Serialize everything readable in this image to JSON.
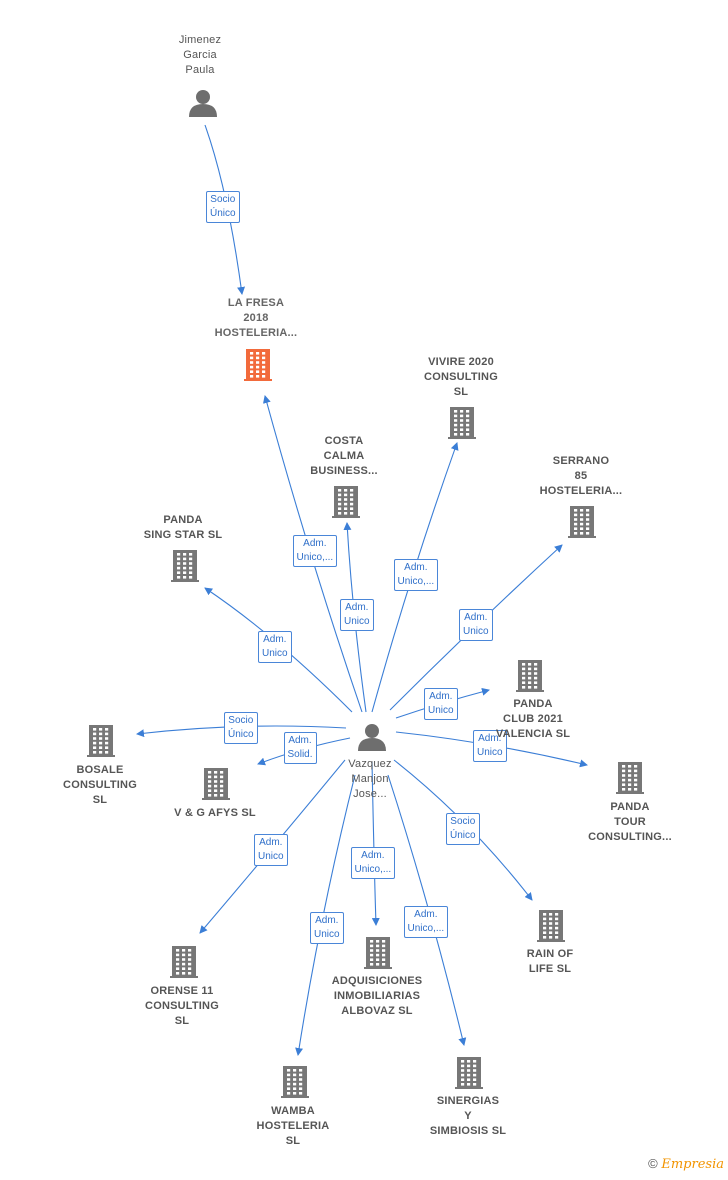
{
  "diagram": {
    "colors": {
      "edge": "#3b7ed6",
      "building": "#777777",
      "focus": "#f26a3b",
      "person": "#6e6e6e"
    },
    "nodes": [
      {
        "id": "jimenez",
        "label": "Jimenez\nGarcia\nPaula",
        "kind": "person"
      },
      {
        "id": "lafresa",
        "label": "LA FRESA\n2018\nHOSTELERIA...",
        "kind": "focus"
      },
      {
        "id": "vivire",
        "label": "VIVIRE 2020\nCONSULTING\nSL",
        "kind": "company"
      },
      {
        "id": "costa",
        "label": "COSTA\nCALMA\nBUSINESS...",
        "kind": "company"
      },
      {
        "id": "serrano",
        "label": "SERRANO\n85\nHOSTELERIA...",
        "kind": "company"
      },
      {
        "id": "singstar",
        "label": "PANDA\nSING STAR  SL",
        "kind": "company"
      },
      {
        "id": "club2021",
        "label": "PANDA\nCLUB 2021\nVALENCIA  SL",
        "kind": "company"
      },
      {
        "id": "bosale",
        "label": "BOSALE\nCONSULTING\nSL",
        "kind": "company"
      },
      {
        "id": "vgafys",
        "label": "V & G AFYS  SL",
        "kind": "company"
      },
      {
        "id": "vazquez",
        "label": "Vazquez\nManjon\nJose...",
        "kind": "person"
      },
      {
        "id": "tour",
        "label": "PANDA\nTOUR\nCONSULTING...",
        "kind": "company"
      },
      {
        "id": "rainoflife",
        "label": "RAIN OF\nLIFE  SL",
        "kind": "company"
      },
      {
        "id": "orense",
        "label": "ORENSE 11\nCONSULTING\nSL",
        "kind": "company"
      },
      {
        "id": "albovaz",
        "label": "ADQUISICIONES\nINMOBILIARIAS\nALBOVAZ  SL",
        "kind": "company"
      },
      {
        "id": "wamba",
        "label": "WAMBA\nHOSTELERIA\nSL",
        "kind": "company"
      },
      {
        "id": "sinergias",
        "label": "SINERGIAS\nY\nSIMBIOSIS SL",
        "kind": "company"
      }
    ],
    "edges": [
      {
        "from": "jimenez",
        "to": "lafresa",
        "label": "Socio\nÚnico"
      },
      {
        "from": "vazquez",
        "to": "lafresa",
        "label": "Adm.\nUnico,..."
      },
      {
        "from": "vazquez",
        "to": "costa",
        "label": "Adm.\nUnico"
      },
      {
        "from": "vazquez",
        "to": "vivire",
        "label": "Adm.\nUnico,..."
      },
      {
        "from": "vazquez",
        "to": "serrano",
        "label": "Adm.\nUnico"
      },
      {
        "from": "vazquez",
        "to": "singstar",
        "label": "Adm.\nUnico"
      },
      {
        "from": "vazquez",
        "to": "club2021",
        "label": "Adm.\nUnico"
      },
      {
        "from": "vazquez",
        "to": "bosale",
        "label": "Socio\nÚnico"
      },
      {
        "from": "vazquez",
        "to": "vgafys",
        "label": "Adm.\nSolid."
      },
      {
        "from": "vazquez",
        "to": "tour",
        "label": "Adm.\nUnico"
      },
      {
        "from": "vazquez",
        "to": "rainoflife",
        "label": "Socio\nÚnico"
      },
      {
        "from": "vazquez",
        "to": "orense",
        "label": "Adm.\nUnico"
      },
      {
        "from": "vazquez",
        "to": "albovaz",
        "label": "Adm.\nUnico,..."
      },
      {
        "from": "vazquez",
        "to": "wamba",
        "label": "Adm.\nUnico"
      },
      {
        "from": "vazquez",
        "to": "sinergias",
        "label": "Adm.\nUnico,..."
      }
    ]
  },
  "footer": {
    "copyright": "©",
    "brand": "Empresia"
  }
}
